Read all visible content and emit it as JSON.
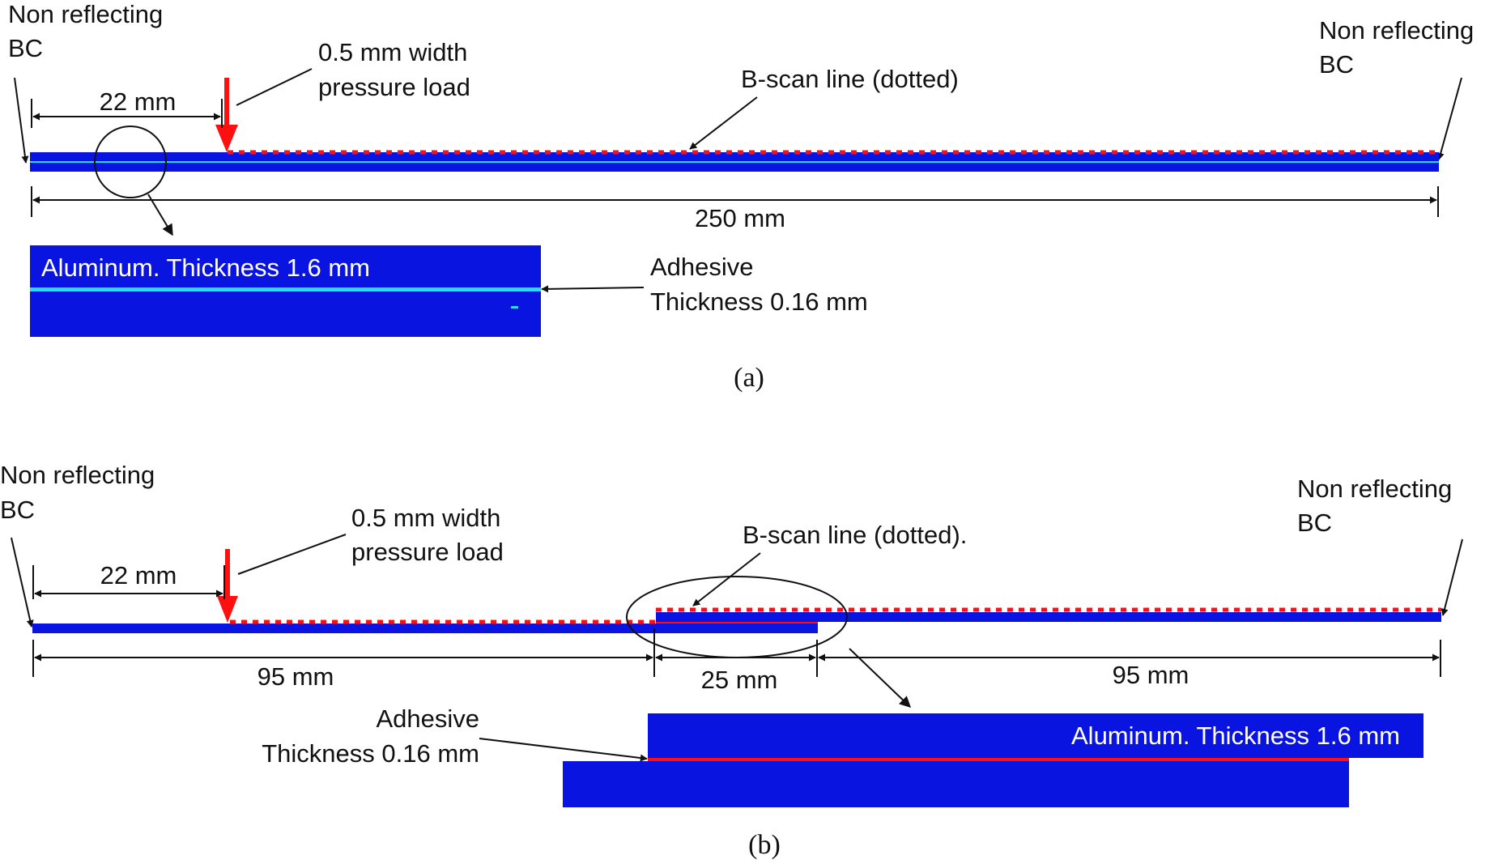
{
  "colors": {
    "aluminum": "#0a14e0",
    "adhesive_a": "#22e0e8",
    "adhesive_b": "#ff1010",
    "load": "#ff1010",
    "bscan": "#ff1010",
    "outline": "#111111"
  },
  "panel_a": {
    "caption": "(a)",
    "bc_left": [
      "Non reflecting",
      "BC"
    ],
    "bc_right": [
      "Non reflecting",
      "BC"
    ],
    "load": [
      "0.5 mm width",
      "pressure load"
    ],
    "bscan": "B-scan line (dotted)",
    "dim_load": "22 mm",
    "dim_total": "250 mm",
    "zoom_material": "Aluminum. Thickness 1.6 mm",
    "zoom_adhesive": [
      "Adhesive",
      "Thickness 0.16 mm"
    ]
  },
  "panel_b": {
    "caption": "(b)",
    "bc_left": [
      "Non reflecting",
      "BC"
    ],
    "bc_right": [
      "Non reflecting",
      "BC"
    ],
    "load": [
      "0.5 mm width",
      "pressure load"
    ],
    "bscan": "B-scan line (dotted).",
    "dim_load": "22 mm",
    "dim_left": "95 mm",
    "dim_overlap": "25 mm",
    "dim_right": "95 mm",
    "zoom_material": "Aluminum. Thickness 1.6 mm",
    "zoom_adhesive": [
      "Adhesive",
      "Thickness 0.16 mm"
    ]
  }
}
